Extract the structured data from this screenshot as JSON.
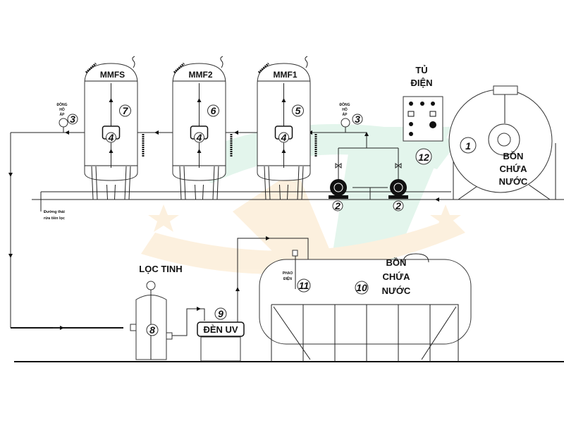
{
  "title": "Sơ đồ hệ thống lọc nước",
  "filters": [
    {
      "name": "MMFS",
      "number": "7",
      "valve_number": "4"
    },
    {
      "name": "MMF2",
      "number": "6",
      "valve_number": "4"
    },
    {
      "name": "MMF1",
      "number": "5",
      "valve_number": "4"
    }
  ],
  "gauges": [
    {
      "label_lines": [
        "ĐỒNG",
        "HỒ",
        "ÁP"
      ],
      "number": "3"
    },
    {
      "label_lines": [
        "ĐỒNG",
        "HỒ",
        "ÁP"
      ],
      "number": "3"
    }
  ],
  "drain_label": [
    "Đường thải",
    "rửa tiền lọc"
  ],
  "pumps": [
    {
      "number": "2"
    },
    {
      "number": "2"
    }
  ],
  "control_panel": {
    "label_lines": [
      "TỦ",
      "ĐIỆN"
    ],
    "number": "12"
  },
  "raw_tank": {
    "number": "1",
    "label_lines": [
      "BỒN",
      "CHỨA",
      "NƯỚC"
    ]
  },
  "fine_filter": {
    "label": "LỌC TINH",
    "number": "8"
  },
  "uv_lamp": {
    "label": "ĐÈN UV",
    "number": "9"
  },
  "clean_tank": {
    "number": "10",
    "label_lines": [
      "BỒN",
      "CHỨA",
      "NƯỚC"
    ]
  },
  "float_switch": {
    "label_lines": [
      "PHAO",
      "ĐIỆN"
    ],
    "number": "11"
  },
  "colors": {
    "line": "#222222",
    "watermark_green": "#cdeedd",
    "watermark_orange": "#fbe5c4"
  }
}
